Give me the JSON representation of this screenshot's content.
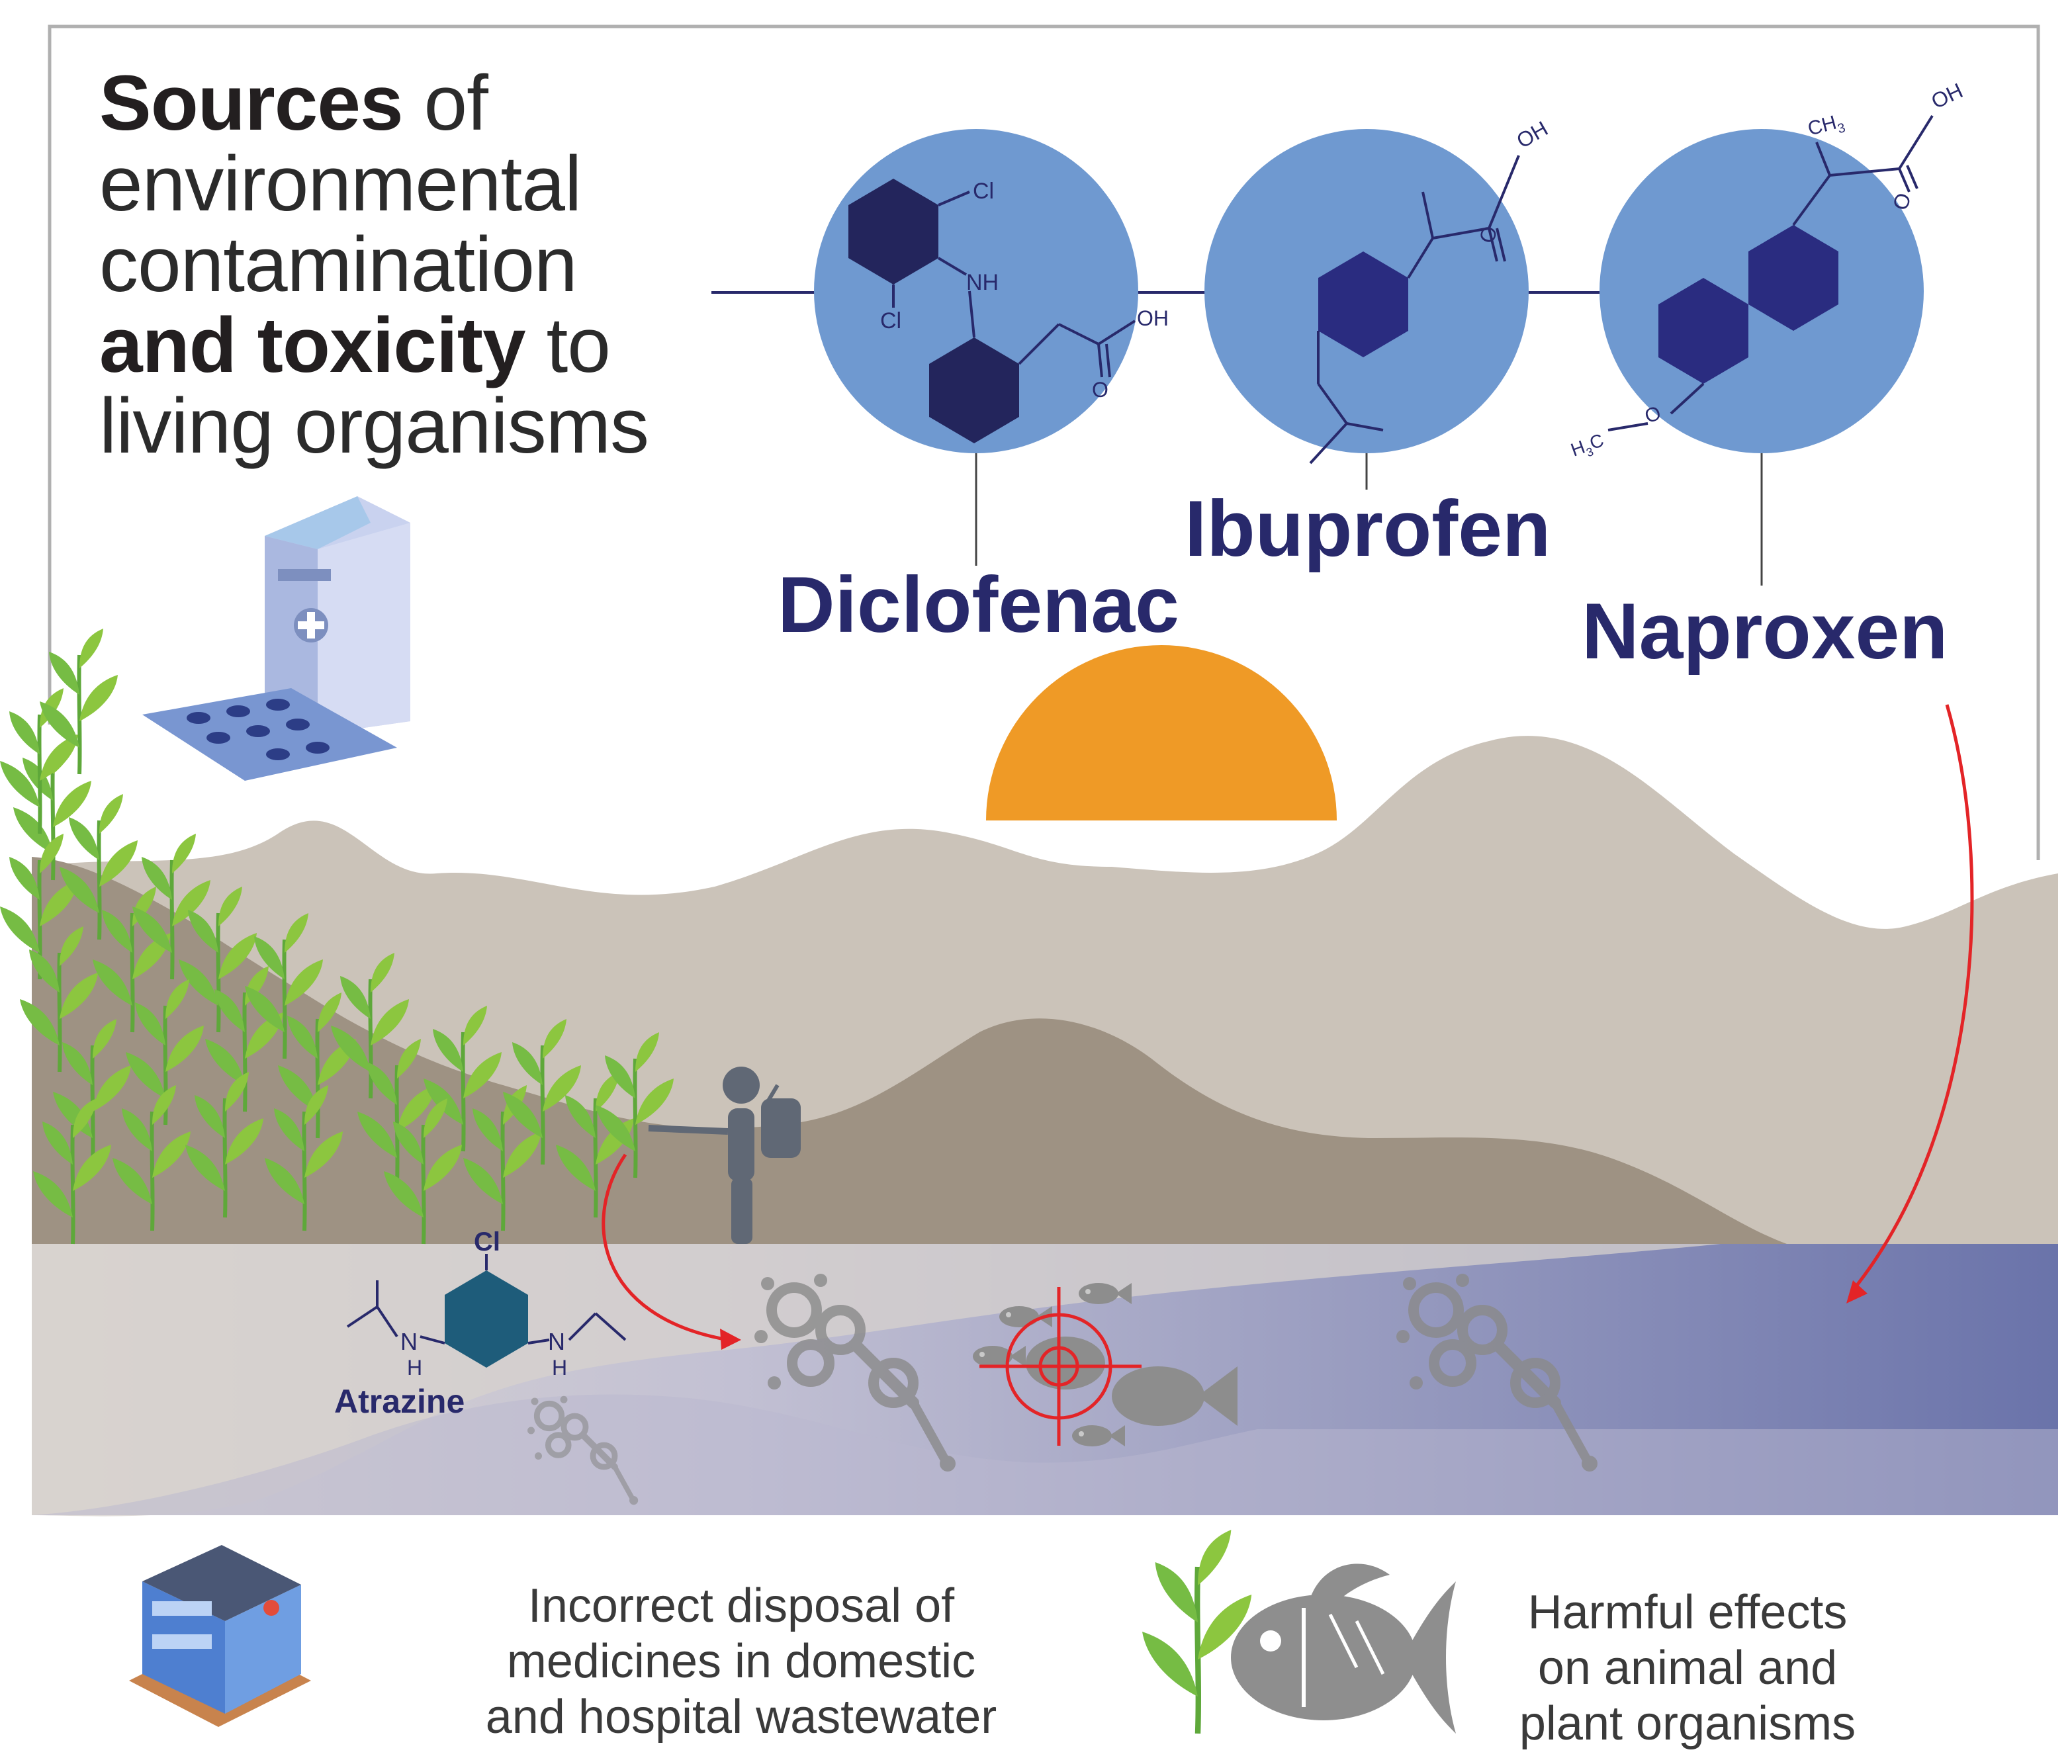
{
  "title": {
    "line1_bold": "Sources",
    "line1_rest": " of",
    "line2": "environmental",
    "line3": "contamination",
    "line4_bold": "and toxicity",
    "line4_rest": " to",
    "line5": "living organisms"
  },
  "drugs": {
    "diclofenac": "Diclofenac",
    "ibuprofen": "Ibuprofen",
    "naproxen": "Naproxen",
    "atrazine": "Atrazine"
  },
  "atoms": {
    "cl": "Cl",
    "nh": "NH",
    "oh": "OH",
    "o": "O",
    "n": "N",
    "h": "H",
    "ch": "CH",
    "sub3": "3",
    "c": "C"
  },
  "captions": {
    "disposal_line1": "Incorrect disposal of",
    "disposal_line2": "medicines in domestic",
    "disposal_line3": "and hospital wastewater",
    "effects_line1": "Harmful effects",
    "effects_line2": "on animal and",
    "effects_line3": "plant organisms"
  },
  "colors": {
    "navy": "#28296b",
    "circle_blue": "#6f99d0",
    "sun_orange": "#ef9a26",
    "mountain_light": "#cbc3b9",
    "mountain_dark": "#9e9283",
    "water_blue": "#6a73aa",
    "leaf_green": "#76bc44",
    "arrow_red": "#e32427"
  },
  "icons": [
    "medicine-box-icon",
    "pill-blister-icon",
    "hospital-building-icon",
    "fish-icon",
    "plant-icon",
    "farmer-sprayer-icon",
    "target-icon"
  ]
}
